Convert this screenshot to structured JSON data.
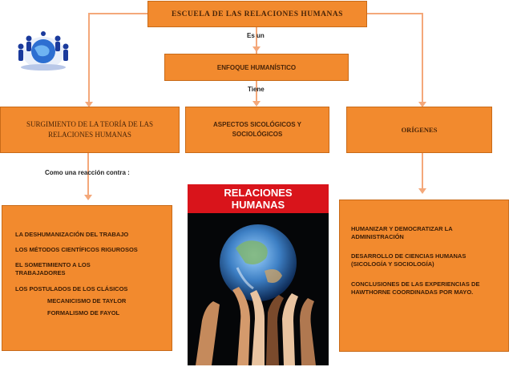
{
  "top": {
    "title": "ESCUELA DE LAS RELACIONES HUMANAS"
  },
  "links": {
    "es_un": "Es un",
    "tiene": "Tiene",
    "como_reaccion": "Como una reacción contra :"
  },
  "middle": {
    "enfoque": "ENFOQUE HUMANÍSTICO"
  },
  "row2": {
    "left": "SURGIMIENTO DE LA TEORÍA DE LAS RELACIONES HUMANAS",
    "center": "ASPECTOS SICOLÓGICOS Y SOCIOLÓGICOS",
    "right": "ORÍGENES"
  },
  "left_list": [
    "LA DESHUMANIZACIÓN DEL TRABAJO",
    "LOS MÉTODOS CIENTÍFICOS RIGUROSOS",
    "EL SOMETIMIENTO A LOS TRABAJADORES",
    "LOS POSTULADOS DE LOS CLÁSICOS"
  ],
  "left_sublist": [
    "MECANICISMO DE TAYLOR",
    "FORMALISMO DE FAYOL"
  ],
  "right_list": [
    "HUMANIZAR Y DEMOCRATIZAR LA ADMINISTRACIÓN",
    "DESARROLLO DE CIENCIAS HUMANAS (SICOLOGÍA Y SOCIOLOGÍA)",
    "CONCLUSIONES DE LAS EXPERIENCIAS DE HAWTHORNE COORDINADAS POR MAYO."
  ],
  "poster": {
    "line1": "RELACIONES",
    "line2": "HUMANAS"
  },
  "icons": {
    "logo": "globe-people-logo-icon"
  },
  "colors": {
    "box": "#f28a2e",
    "connector": "#f4a87a",
    "poster_red": "#d9141b"
  }
}
